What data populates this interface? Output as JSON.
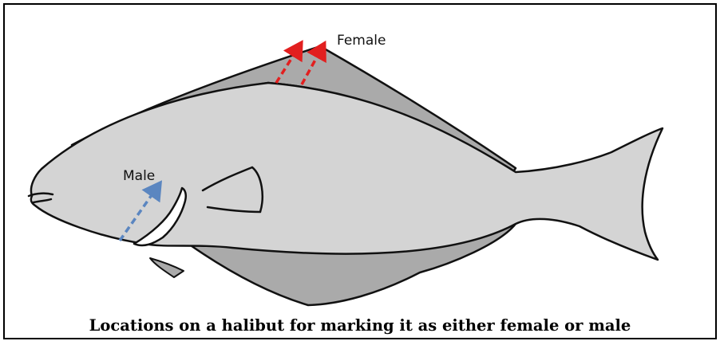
{
  "labels": {
    "female": "Female",
    "male": "Male"
  },
  "caption": "Locations on a halibut for marking it as either female or male",
  "colors": {
    "body_fill": "#d4d4d4",
    "fin_fill": "#aaaaaa",
    "outline": "#111111",
    "female_marker": "#e21f1f",
    "male_marker": "#5b86c0"
  },
  "icons": {
    "female_marker": "dashed-arrow-icon",
    "male_marker": "dashed-arrow-icon"
  }
}
